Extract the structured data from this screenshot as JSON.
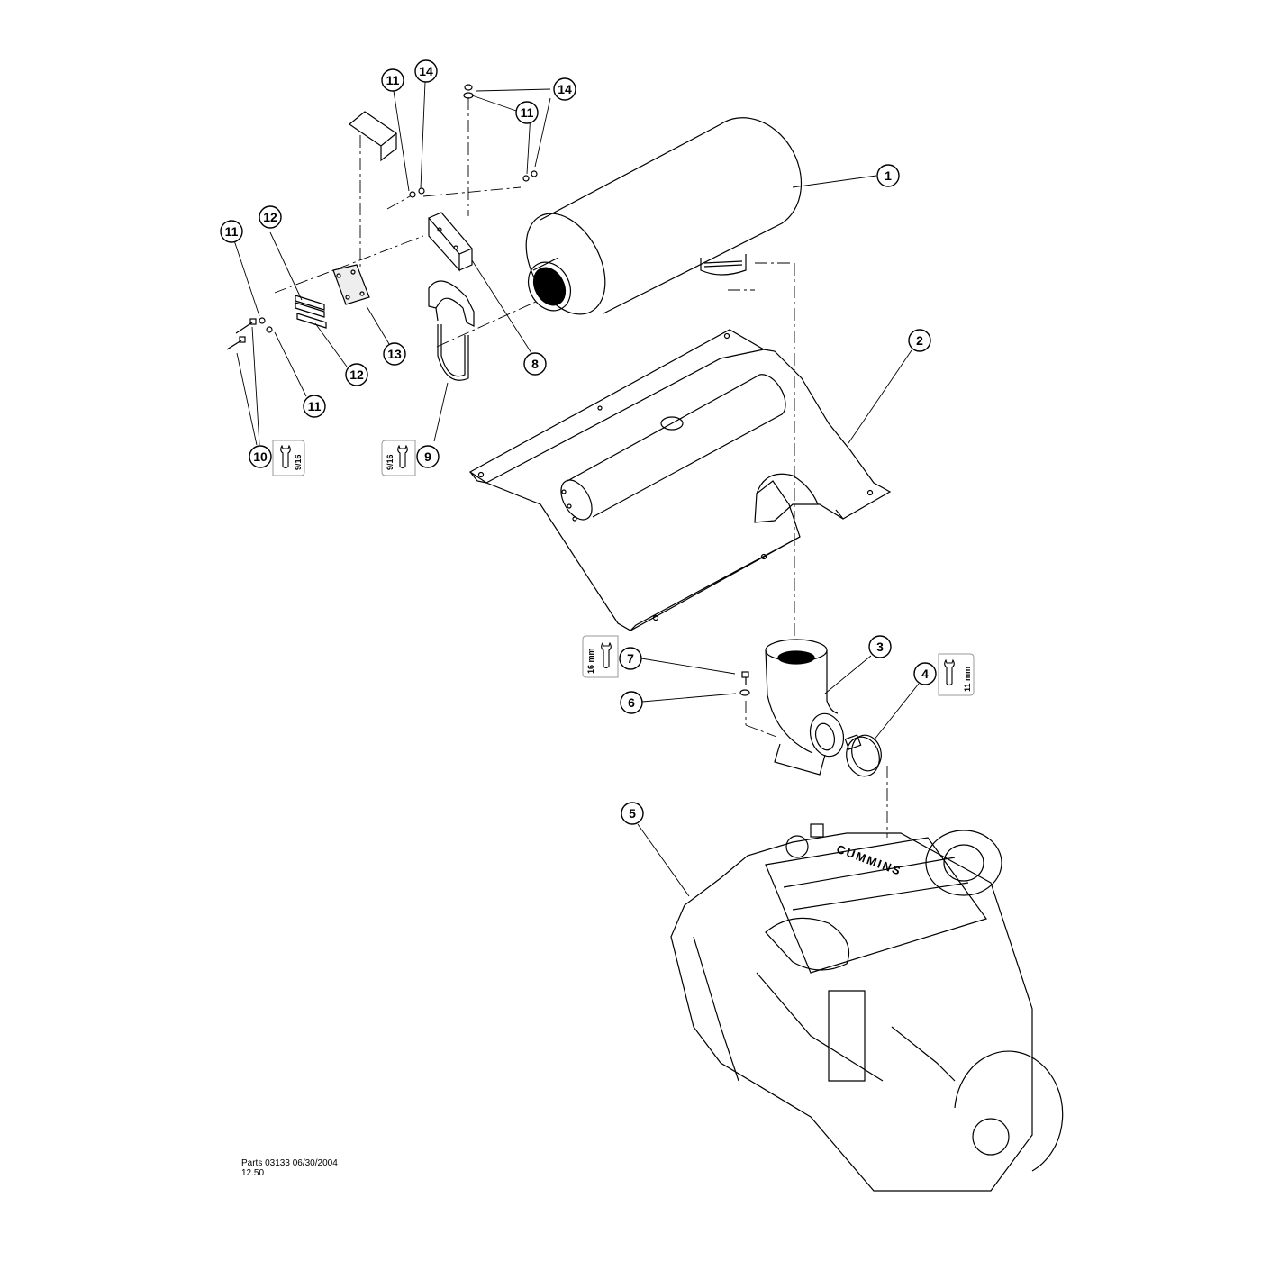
{
  "callouts": {
    "c1": "1",
    "c2": "2",
    "c3": "3",
    "c4": "4",
    "c5": "5",
    "c6": "6",
    "c7": "7",
    "c8": "8",
    "c9": "9",
    "c10": "10",
    "c13": "13",
    "c11a": "11",
    "c11b": "11",
    "c11c": "11",
    "c11d": "11",
    "c12a": "12",
    "c12b": "12",
    "c14a": "14",
    "c14b": "14"
  },
  "wrench_sizes": {
    "w10": "9/16",
    "w9": "9/16",
    "w7": "16 mm",
    "w4": "11 mm"
  },
  "engine_logo": "CUMMINS",
  "footer": {
    "line1": "Parts 03133  06/30/2004",
    "line2": "12.50"
  }
}
